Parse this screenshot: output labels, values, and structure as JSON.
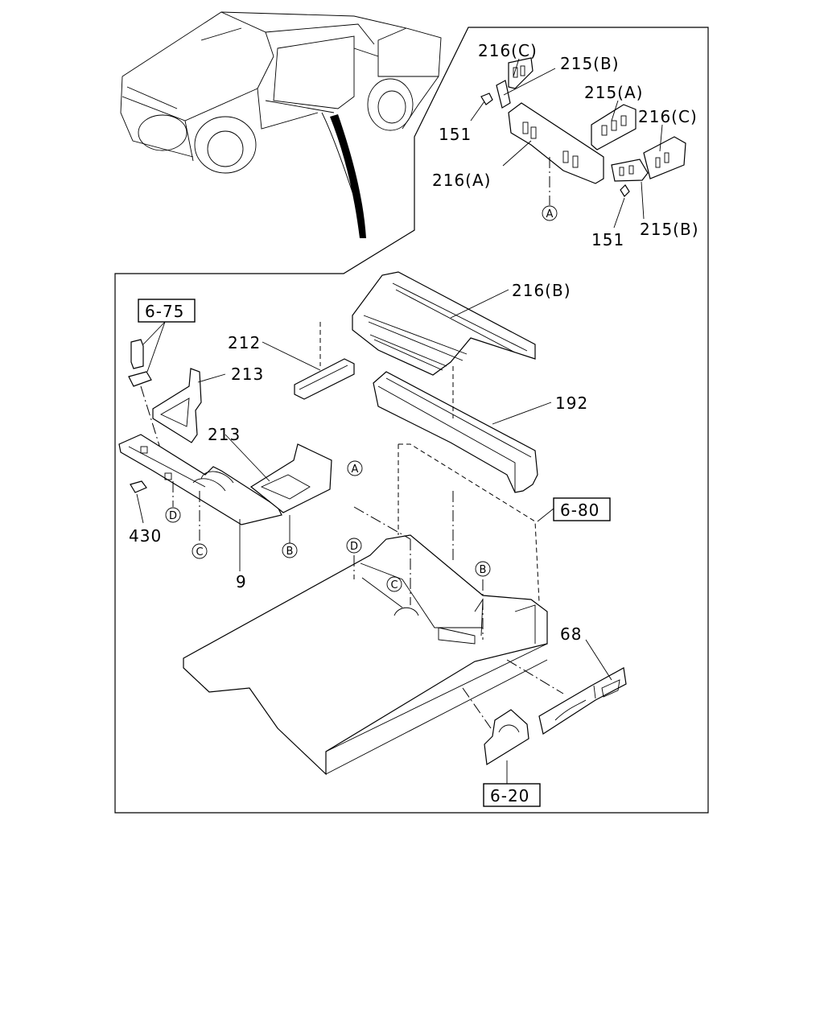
{
  "labels": {
    "p216C_top": "216(C)",
    "p215B_top": "215(B)",
    "p215A": "215(A)",
    "p216C_right": "216(C)",
    "p151_top": "151",
    "p216A": "216(A)",
    "p151_bottom": "151",
    "p215B_bottom": "215(B)",
    "p216B": "216(B)",
    "p212": "212",
    "p213_top": "213",
    "p213_bottom": "213",
    "p192": "192",
    "p430": "430",
    "p9": "9",
    "p68": "68"
  },
  "refs": {
    "ref_6_75": "6-75",
    "ref_6_80": "6-80",
    "ref_6_20": "6-20"
  },
  "markers": {
    "A": "A",
    "B": "B",
    "C": "C",
    "D": "D"
  }
}
